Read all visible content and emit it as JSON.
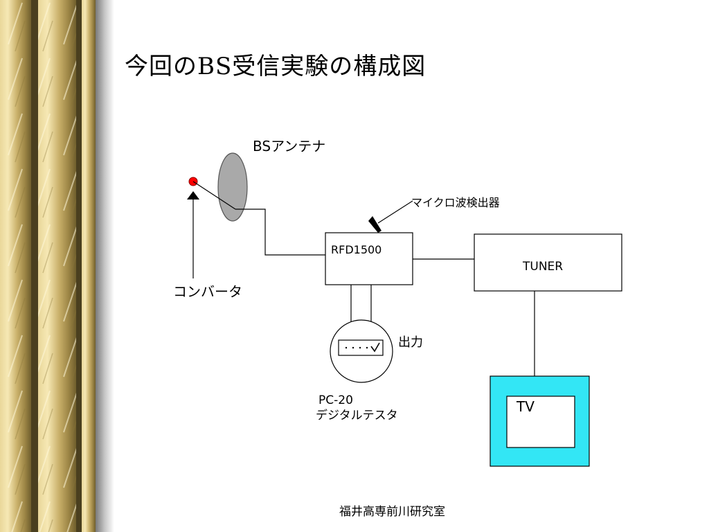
{
  "slide": {
    "title": "今回のBS受信実験の構成図",
    "footer": "福井高専前川研究室"
  },
  "diagram": {
    "labels": {
      "antenna": "BSアンテナ",
      "converter": "コンバータ",
      "microwave_detector": "マイクロ波検出器",
      "rfd": "RFD1500",
      "tuner": "TUNER",
      "output": "出力",
      "tester_model": "PC-20",
      "tester_name": "デジタルテスタ",
      "tv": "TV"
    },
    "colors": {
      "feed_dot": "#ff0000",
      "antenna_dish": "#a9a9a9",
      "tv_frame": "#33e6f5"
    }
  }
}
